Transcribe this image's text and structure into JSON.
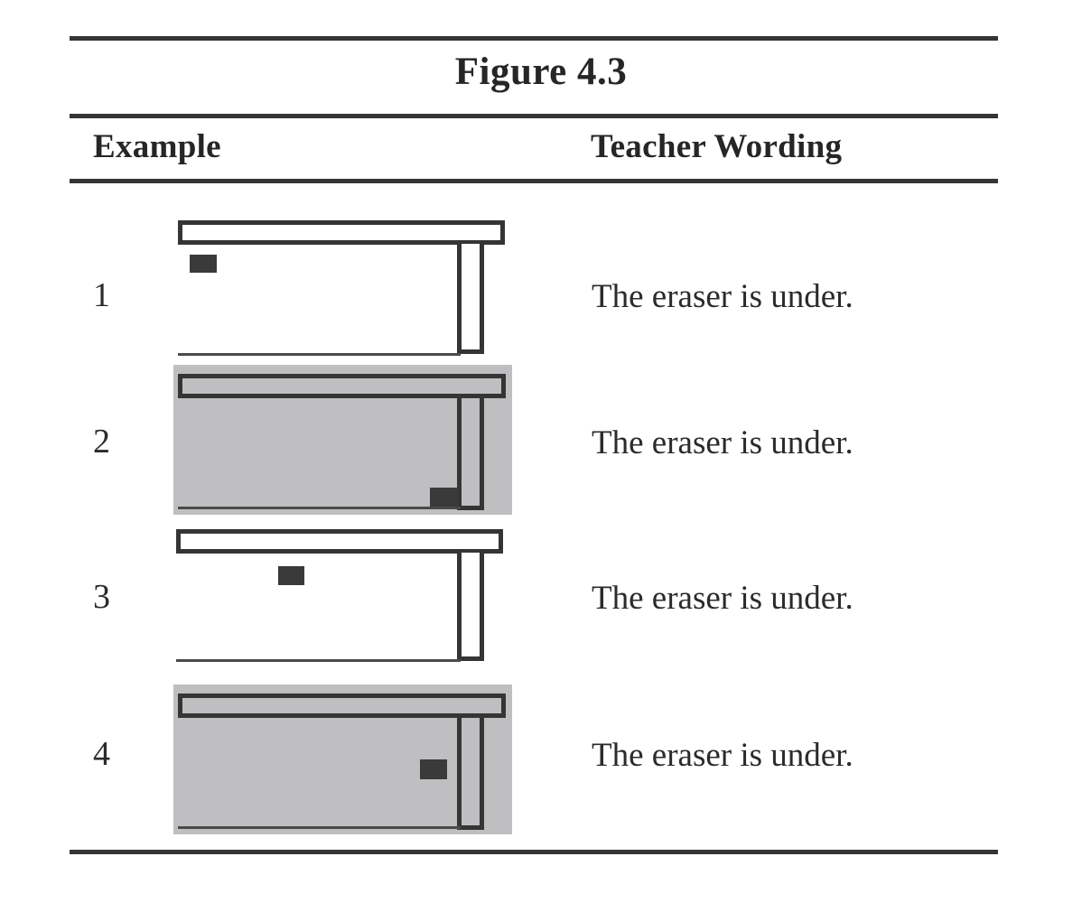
{
  "figure": {
    "title": "Figure 4.3",
    "columns": {
      "example": "Example",
      "wording": "Teacher Wording"
    },
    "rows": [
      {
        "number": "1",
        "wording": "The eraser is under.",
        "background": "white",
        "eraser_position": "upper-left, above floor, left of leg"
      },
      {
        "number": "2",
        "wording": "The eraser is under.",
        "background": "gray",
        "eraser_position": "bottom-right, resting on floor beside leg"
      },
      {
        "number": "3",
        "wording": "The eraser is under.",
        "background": "white",
        "eraser_position": "center, floating under tabletop"
      },
      {
        "number": "4",
        "wording": "The eraser is under.",
        "background": "gray",
        "eraser_position": "mid-height right, floating left of leg"
      }
    ],
    "colors": {
      "ink": "#353535",
      "text": "#2b2b2b",
      "shaded_panel": "#bfbfc1",
      "eraser": "#3a3a3a",
      "page": "#ffffff"
    }
  }
}
